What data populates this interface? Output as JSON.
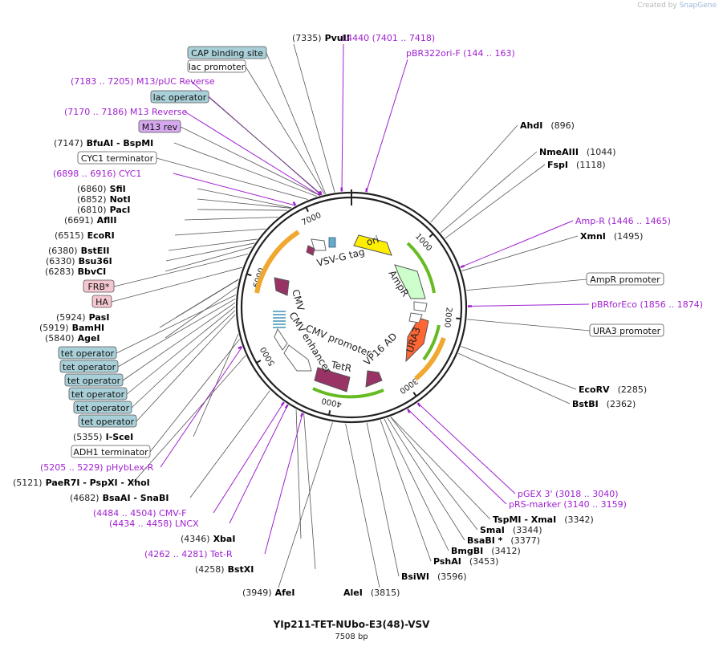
{
  "credit": {
    "prefix": "Created by",
    "brand": "SnapGene"
  },
  "plasmid": {
    "name": "YIp211-TET-NUbo-E3(48)-VSV",
    "size": "7508 bp"
  },
  "ticks": [
    "1000",
    "2000",
    "3000",
    "4000",
    "5000",
    "6000",
    "7000"
  ],
  "labels": [
    {
      "pos": "(7335)",
      "name": "PvuII",
      "type": "site"
    },
    {
      "name": "L4440",
      "pos": "(7401 .. 7418)",
      "type": "primer"
    },
    {
      "name": "pBR322ori-F",
      "pos": "(144 .. 163)",
      "type": "primer"
    },
    {
      "name": "CAP binding site",
      "type": "box-blue"
    },
    {
      "name": "lac promoter",
      "type": "box-white"
    },
    {
      "pos": "(7183 .. 7205)",
      "name": "M13/pUC Reverse",
      "type": "primer"
    },
    {
      "name": "lac operator",
      "type": "box-blue"
    },
    {
      "pos": "(7170 .. 7186)",
      "name": "M13 Reverse",
      "type": "primer"
    },
    {
      "name": "M13 rev",
      "type": "box-purple"
    },
    {
      "pos": "(7147)",
      "name": "BfuAI  -  BspMI",
      "type": "site"
    },
    {
      "name": "CYC1 terminator",
      "type": "box-white"
    },
    {
      "pos": "(6898 .. 6916)",
      "name": "CYC1",
      "type": "primer"
    },
    {
      "pos": "(6860)",
      "name": "SfiI",
      "type": "site"
    },
    {
      "pos": "(6852)",
      "name": "NotI",
      "type": "site"
    },
    {
      "pos": "(6810)",
      "name": "PacI",
      "type": "site"
    },
    {
      "pos": "(6691)",
      "name": "AflII",
      "type": "site"
    },
    {
      "pos": "(6515)",
      "name": "EcoRI",
      "type": "site"
    },
    {
      "pos": "(6380)",
      "name": "BstEII",
      "type": "site"
    },
    {
      "pos": "(6330)",
      "name": "Bsu36I",
      "type": "site"
    },
    {
      "pos": "(6283)",
      "name": "BbvCI",
      "type": "site"
    },
    {
      "name": "FRB*",
      "type": "box-pink"
    },
    {
      "name": "HA",
      "type": "box-pink"
    },
    {
      "pos": "(5924)",
      "name": "PasI",
      "type": "site"
    },
    {
      "pos": "(5919)",
      "name": "BamHI",
      "type": "site"
    },
    {
      "pos": "(5840)",
      "name": "AgeI",
      "type": "site"
    },
    {
      "name": "tet operator",
      "type": "box-blue"
    },
    {
      "name": "tet operator",
      "type": "box-blue"
    },
    {
      "name": "tet operator",
      "type": "box-blue"
    },
    {
      "name": "tet operator",
      "type": "box-blue"
    },
    {
      "name": "tet operator",
      "type": "box-blue"
    },
    {
      "name": "tet operator",
      "type": "box-blue"
    },
    {
      "pos": "(5355)",
      "name": "I-SceI",
      "type": "site"
    },
    {
      "name": "ADH1 terminator",
      "type": "box-white"
    },
    {
      "pos": "(5205 .. 5229)",
      "name": "pHybLex-R",
      "type": "primer"
    },
    {
      "pos": "(5121)",
      "name": "PaeR7I  -  PspXI  -  XhoI",
      "type": "site"
    },
    {
      "pos": "(4682)",
      "name": "BsaAI  -  SnaBI",
      "type": "site"
    },
    {
      "pos": "(4484 .. 4504)",
      "name": "CMV-F",
      "type": "primer"
    },
    {
      "pos": "(4434 .. 4458)",
      "name": "LNCX",
      "type": "primer"
    },
    {
      "pos": "(4346)",
      "name": "XbaI",
      "type": "site"
    },
    {
      "pos": "(4262 .. 4281)",
      "name": "Tet-R",
      "type": "primer"
    },
    {
      "pos": "(4258)",
      "name": "BstXI",
      "type": "site"
    },
    {
      "pos": "(3949)",
      "name": "AfeI",
      "type": "site"
    },
    {
      "name": "AleI",
      "pos": "(3815)",
      "type": "site"
    },
    {
      "name": "BsiWI",
      "pos": "(3596)",
      "type": "site"
    },
    {
      "name": "PshAI",
      "pos": "(3453)",
      "type": "site"
    },
    {
      "name": "BmgBI",
      "pos": "(3412)",
      "type": "site"
    },
    {
      "name": "BsaBI *",
      "pos": "(3377)",
      "type": "site"
    },
    {
      "name": "SmaI",
      "pos": "(3344)",
      "type": "site"
    },
    {
      "name": "TspMI  -  XmaI",
      "pos": "(3342)",
      "type": "site"
    },
    {
      "name": "pRS-marker",
      "pos": "(3140 .. 3159)",
      "type": "primer"
    },
    {
      "name": "pGEX 3'",
      "pos": "(3018 .. 3040)",
      "type": "primer"
    },
    {
      "name": "BstBI",
      "pos": "(2362)",
      "type": "site"
    },
    {
      "name": "EcoRV",
      "pos": "(2285)",
      "type": "site"
    },
    {
      "name": "URA3 promoter",
      "type": "box-white"
    },
    {
      "name": "pBRforEco",
      "pos": "(1856 .. 1874)",
      "type": "primer"
    },
    {
      "name": "AmpR promoter",
      "type": "box-white"
    },
    {
      "name": "XmnI",
      "pos": "(1495)",
      "type": "site"
    },
    {
      "name": "Amp-R",
      "pos": "(1446 .. 1465)",
      "type": "primer"
    },
    {
      "name": "FspI",
      "pos": "(1118)",
      "type": "site"
    },
    {
      "name": "NmeAIII",
      "pos": "(1044)",
      "type": "site"
    },
    {
      "name": "AhdI",
      "pos": "(896)",
      "type": "site"
    }
  ],
  "features": [
    {
      "name": "ori",
      "color": "#ffee00"
    },
    {
      "name": "AmpR",
      "color": "#ccffcc"
    },
    {
      "name": "URA3",
      "color": "#ff6633"
    },
    {
      "name": "VP16 AD",
      "color": "#993366"
    },
    {
      "name": "TetR",
      "color": "#993366"
    },
    {
      "name": "CMV promoter",
      "color": "#ffffff"
    },
    {
      "name": "CMV enhancer",
      "color": "#ffffff"
    },
    {
      "name": "VSV-G tag",
      "color": "#993366"
    }
  ],
  "colors": {
    "primer": "#a020d0",
    "box_blue": "#a9d0d8",
    "box_pink": "#f4c6cf",
    "box_purple": "#d6a8f0",
    "orf_arrow": "#66bb22",
    "orange_arc": "#f0a830"
  }
}
